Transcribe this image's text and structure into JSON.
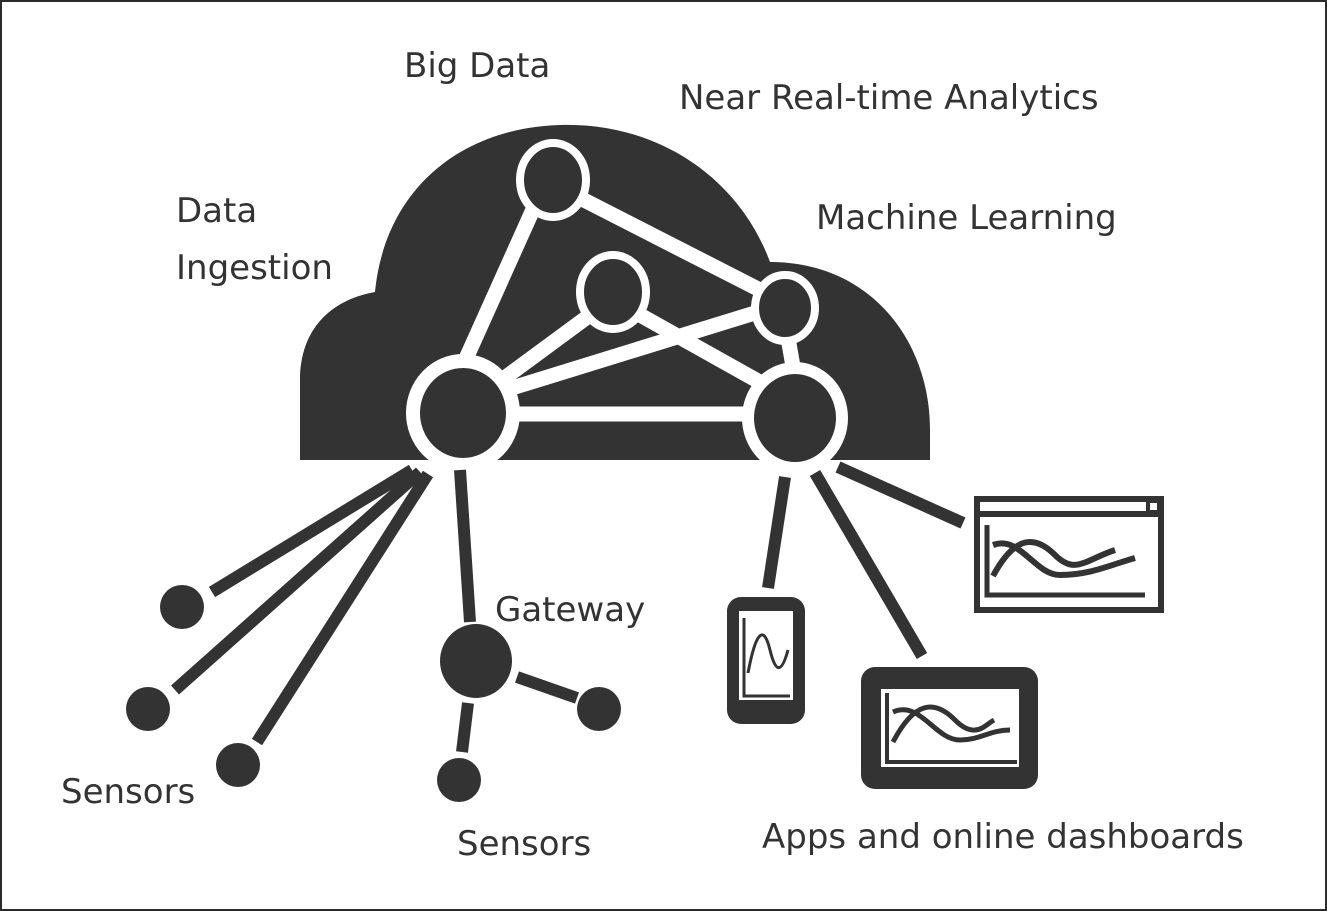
{
  "diagram": {
    "title": "IoT cloud architecture",
    "colors": {
      "ink": "#333333",
      "background": "#ffffff"
    },
    "labels": {
      "big_data": "Big Data",
      "near_realtime": "Near Real-time Analytics",
      "data_ingestion_1": "Data",
      "data_ingestion_2": "Ingestion",
      "machine_learning": "Machine Learning",
      "gateway": "Gateway",
      "sensors_left": "Sensors",
      "sensors_gateway": "Sensors",
      "apps_dashboards": "Apps and online dashboards"
    },
    "cloud_nodes": [
      "ingestion-hub",
      "big-data-node",
      "analytics-node",
      "ml-node",
      "output-hub"
    ],
    "edges": [
      [
        "ingestion-hub",
        "big-data-node"
      ],
      [
        "big-data-node",
        "ml-node"
      ],
      [
        "ingestion-hub",
        "analytics-node"
      ],
      [
        "analytics-node",
        "output-hub"
      ],
      [
        "ingestion-hub",
        "ml-node"
      ],
      [
        "ingestion-hub",
        "output-hub"
      ],
      [
        "ml-node",
        "output-hub"
      ]
    ],
    "devices": [
      "mobile-phone",
      "tablet",
      "browser-window"
    ]
  }
}
